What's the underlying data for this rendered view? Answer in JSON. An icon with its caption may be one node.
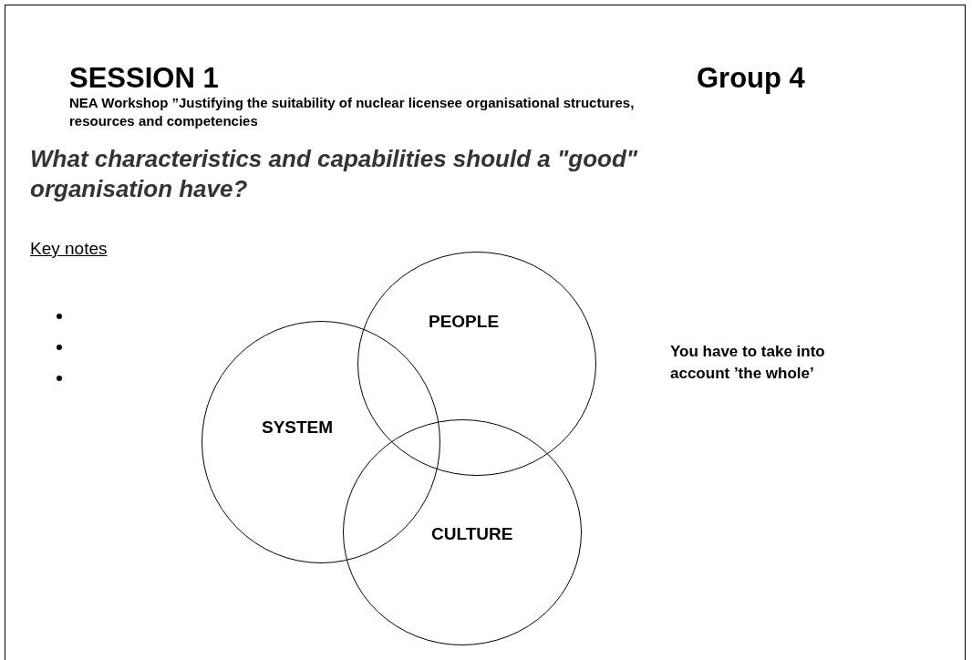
{
  "diagram": {
    "title": "SESSION 1",
    "nodes": [
      {
        "text": [
          "PEOPLE"
        ]
      },
      {
        "text": [
          "SYSTEM"
        ]
      },
      {
        "text": [
          "CULTURE"
        ]
      }
    ],
    "edges": [],
    "labels": [
      "Group 4",
      "NEA Workshop ”Justifying the suitability of nuclear licensee organisational structures, resources and competencies",
      "What characteristics and capabilities should a \"good\" organisation have?",
      "Key notes",
      "You have to take into account ’the whole’"
    ]
  }
}
